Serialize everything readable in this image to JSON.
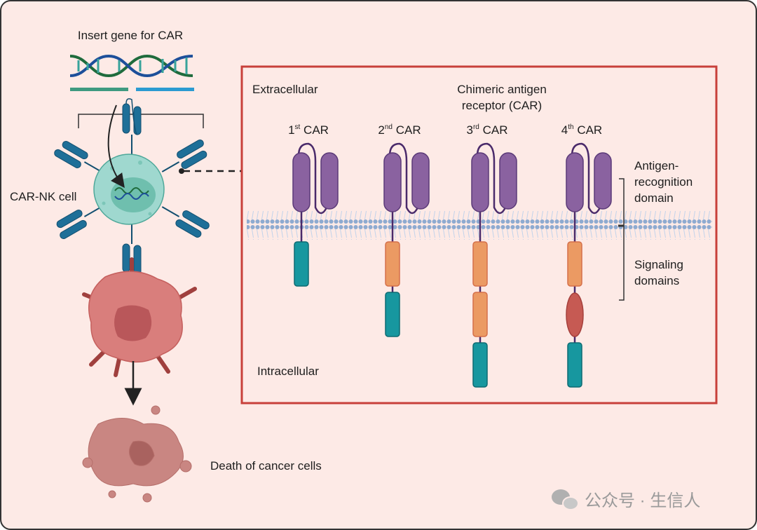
{
  "left": {
    "insert_gene": "Insert gene for CAR",
    "car_nk_cell": "CAR-NK cell",
    "death": "Death of cancer cells"
  },
  "panel": {
    "extracellular": "Extracellular",
    "intracellular": "Intracellular",
    "title_line1": "Chimeric antigen",
    "title_line2": "receptor (CAR)",
    "generations": [
      {
        "num": "1",
        "sup": "st",
        "label": "CAR"
      },
      {
        "num": "2",
        "sup": "nd",
        "label": "CAR"
      },
      {
        "num": "3",
        "sup": "rd",
        "label": "CAR"
      },
      {
        "num": "4",
        "sup": "th",
        "label": "CAR"
      }
    ],
    "antigen_line1": "Antigen-",
    "antigen_line2": "recognition",
    "antigen_line3": "domain",
    "signaling_line1": "Signaling",
    "signaling_line2": "domains"
  },
  "watermark": "公众号 · 生信人",
  "colors": {
    "background": "#fdeae6",
    "panel_border": "#c8403a",
    "purple": "#8a62a0",
    "teal": "#17979f",
    "orange": "#eb9a63",
    "red": "#c65a53",
    "membrane": "#8eaad0",
    "nk_cell": "#9fd8cf",
    "cancer": "#d97e7c"
  }
}
